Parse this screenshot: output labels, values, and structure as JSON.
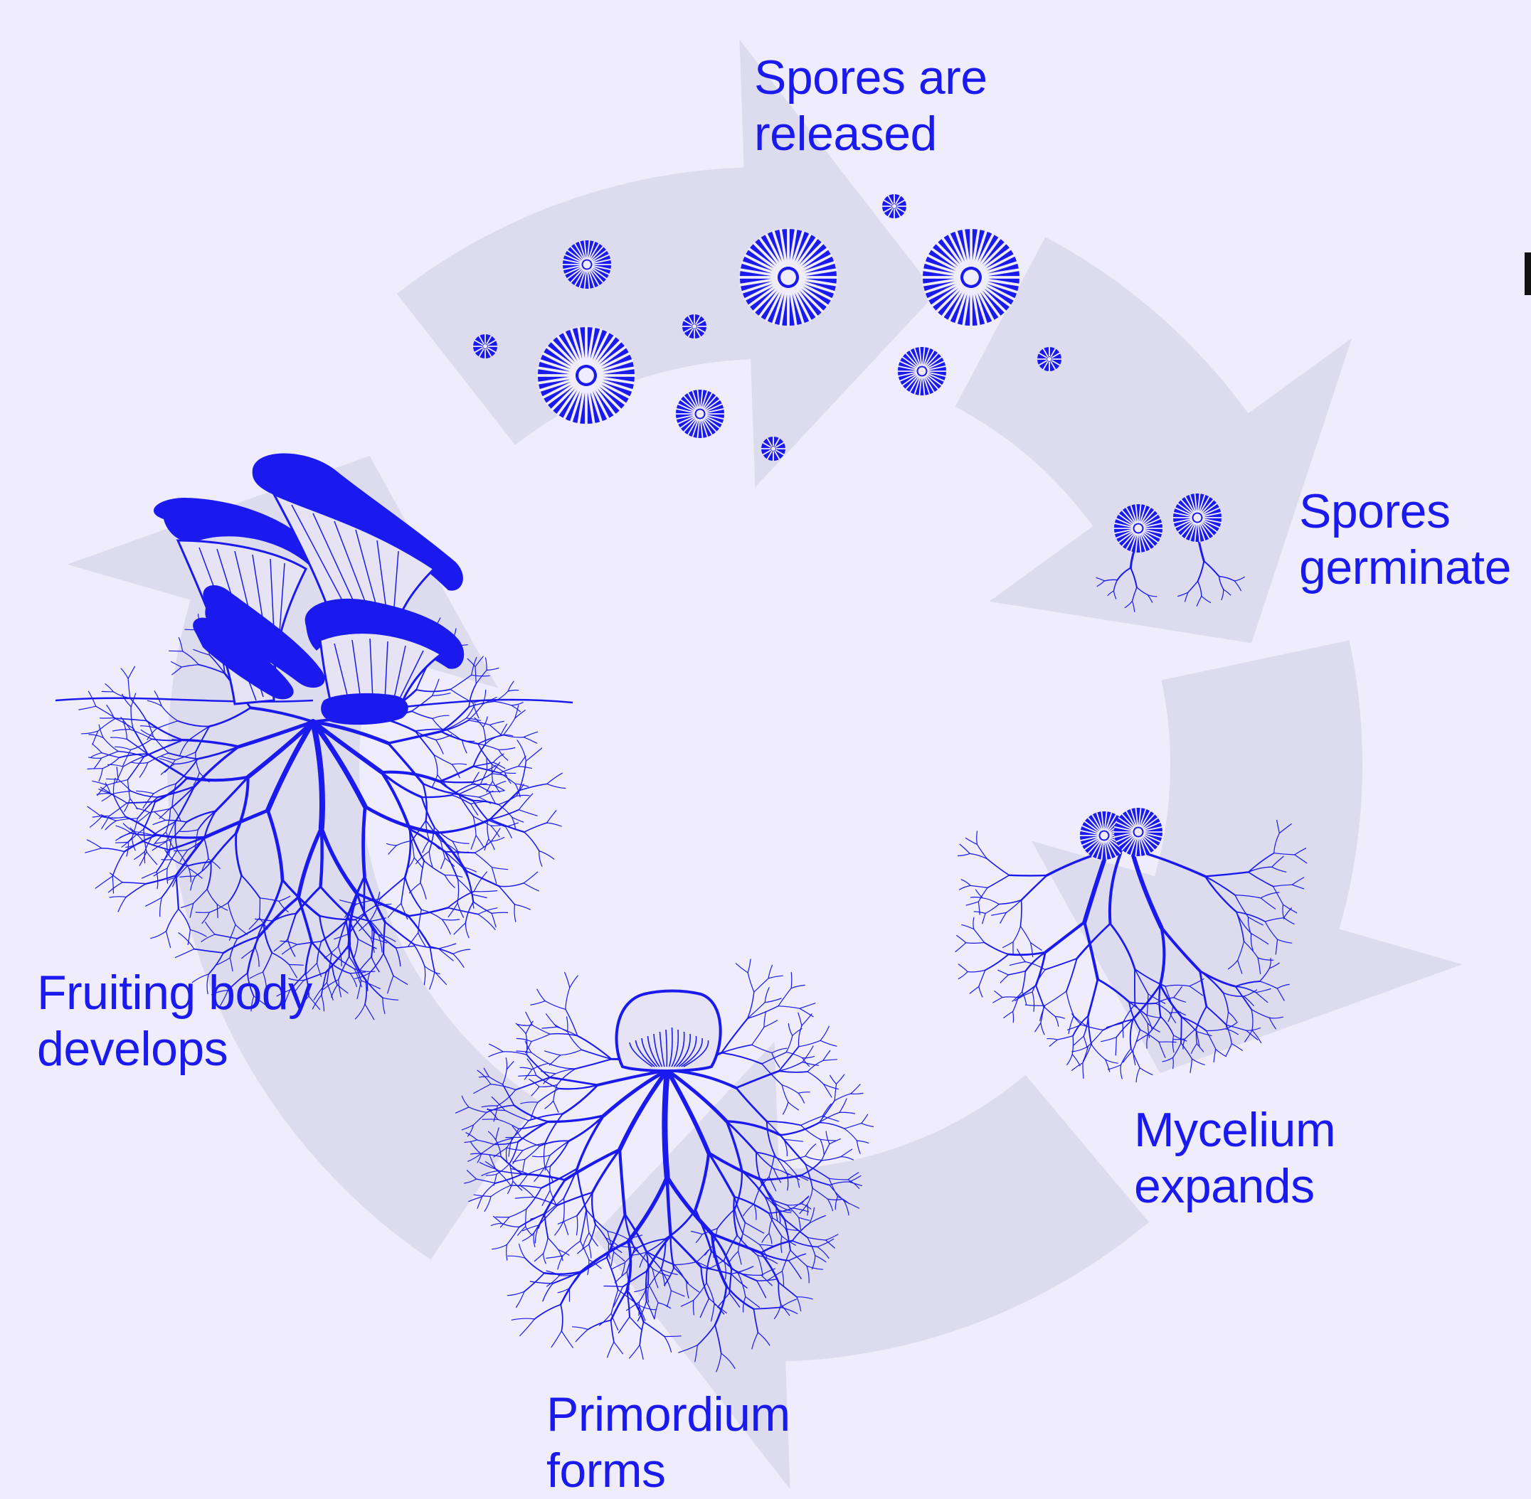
{
  "diagram": {
    "type": "cycle",
    "stages": [
      {
        "id": "spores-released",
        "lines": [
          "Spores are",
          "released"
        ]
      },
      {
        "id": "spores-germinate",
        "lines": [
          "Spores",
          "germinate"
        ]
      },
      {
        "id": "mycelium-expands",
        "lines": [
          "Mycelium",
          "expands"
        ]
      },
      {
        "id": "primordium-forms",
        "lines": [
          "Primordium",
          "forms"
        ]
      },
      {
        "id": "fruiting-body-develops",
        "lines": [
          "Fruiting body",
          "develops"
        ]
      }
    ]
  },
  "colors": {
    "background": "#efedfc",
    "arrow": "#dddbee",
    "ink": "#1a1aee",
    "gill": "#e6e4f4"
  },
  "icons": [
    "spore-icon",
    "germinating-spores-icon",
    "mycelium-icon",
    "primordium-icon",
    "mushroom-cluster-icon",
    "cycle-arrow-icon"
  ]
}
